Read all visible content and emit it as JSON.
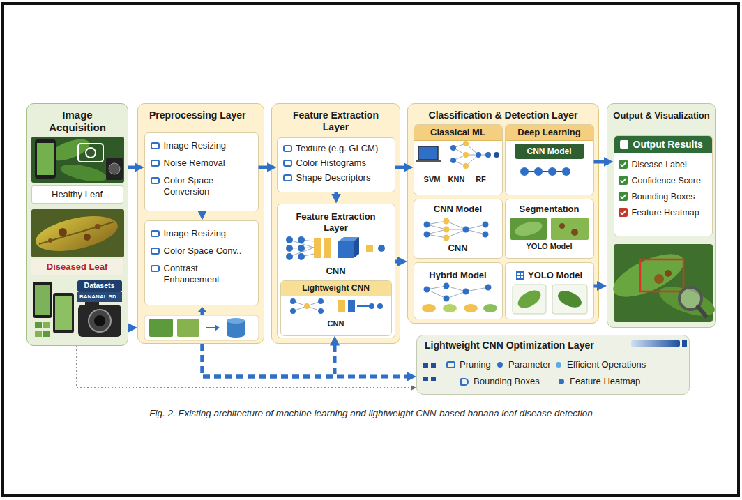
{
  "diagram": {
    "caption": "Fig. 2. Existing architecture of machine learning and lightweight CNN-based banana leaf disease detection",
    "nodes": [
      {
        "text": [
          "Image Acquisition"
        ]
      },
      {
        "text": [
          "Healthy Leaf"
        ],
        "in": 0
      },
      {
        "text": [
          "Diseased Leaf"
        ],
        "in": 0
      },
      {
        "text": [
          "Datasets"
        ],
        "in": 0
      },
      {
        "text": [
          "Preprocessing Layer"
        ]
      },
      {
        "text": [
          "Image Resizing",
          "Noise Removal",
          "Color Space Conversion"
        ],
        "in": 4
      },
      {
        "text": [
          "Image Resizing",
          "Color Space Conv..",
          "Contrast Enhancement"
        ],
        "in": 4
      },
      {
        "text": [
          "Feature Extraction Layer"
        ]
      },
      {
        "text": [
          "Texture (e.g. GLCM)",
          "Color Histograms",
          "Shape Descriptors"
        ],
        "in": 7
      },
      {
        "text": [
          "Feature Extraction Layer",
          "CNN"
        ],
        "in": 7
      },
      {
        "text": [
          "Lightweight CNN",
          "CNN"
        ],
        "in": 9
      },
      {
        "text": [
          "Classification & Detection Layer"
        ]
      },
      {
        "text": [
          "Classical ML",
          "SVM",
          "KNN",
          "RF"
        ],
        "in": 11
      },
      {
        "text": [
          "Deep Learning"
        ],
        "in": 11
      },
      {
        "text": [
          "CNN Model"
        ],
        "in": 13
      },
      {
        "text": [
          "CNN Model",
          "CNN"
        ],
        "in": 11
      },
      {
        "text": [
          "Segmentation",
          "YOLO Model"
        ],
        "in": 11
      },
      {
        "text": [
          "Hybrid Model"
        ],
        "in": 11
      },
      {
        "text": [
          "YOLO Model"
        ],
        "in": 11
      },
      {
        "text": [
          "Output & Visualization"
        ]
      },
      {
        "text": [
          "Output Results",
          "Disease Label",
          "Confidence Score",
          "Bounding Boxes",
          "Feature Heatmap"
        ],
        "in": 19
      },
      {
        "text": [
          "Lightweight CNN Optimization Layer",
          "Pruning",
          "Parameter",
          "Efficient Operations",
          "Bounding Boxes",
          "Feature Heatmap"
        ]
      }
    ],
    "edges": [
      {
        "from": 0,
        "to": 5,
        "arrow": "to"
      },
      {
        "from": 5,
        "to": 6,
        "arrow": "to"
      },
      {
        "from": 5,
        "to": 8,
        "arrow": "to"
      },
      {
        "from": 8,
        "to": 9,
        "arrow": "to"
      },
      {
        "from": 8,
        "to": 12,
        "arrow": "to"
      },
      {
        "from": 9,
        "to": 11,
        "arrow": "to"
      },
      {
        "from": 13,
        "to": 20,
        "arrow": "to"
      },
      {
        "from": 18,
        "to": 19,
        "arrow": "to"
      },
      {
        "from": 0,
        "to": 4,
        "arrow": "to"
      },
      {
        "from": 4,
        "to": 21,
        "arrow": "to"
      },
      {
        "from": 4,
        "to": 10,
        "arrow": "to"
      },
      {
        "from": 0,
        "to": 21,
        "arrow": "to"
      }
    ],
    "labels": [
      "BANANAL SD"
    ]
  }
}
